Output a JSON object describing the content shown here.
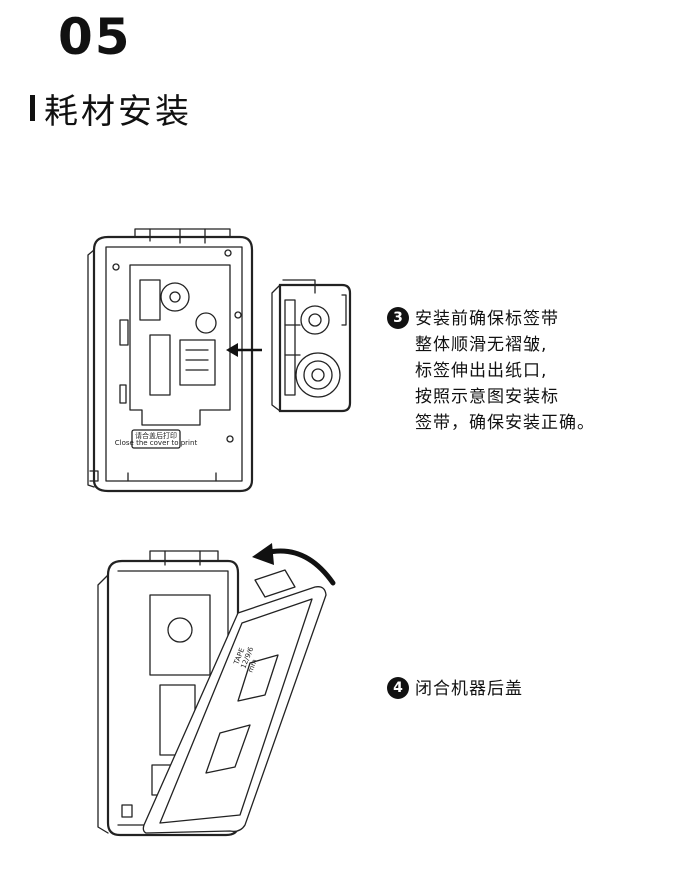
{
  "section": {
    "number": "05",
    "title": "耗材安装"
  },
  "steps": [
    {
      "badge": "3",
      "lines": [
        "安装前确保标签带",
        "整体顺滑无褶皱,",
        "标签伸出出纸口,",
        "按照示意图安装标",
        "签带，确保安装正确。"
      ]
    },
    {
      "badge": "4",
      "lines": [
        "闭合机器后盖"
      ]
    }
  ],
  "figure1": {
    "label_cn": "请合盖后打印",
    "label_en": "Close the cover to print"
  },
  "figure2": {
    "label_lines": [
      "TAPE",
      "12/9/6",
      "mm"
    ]
  }
}
